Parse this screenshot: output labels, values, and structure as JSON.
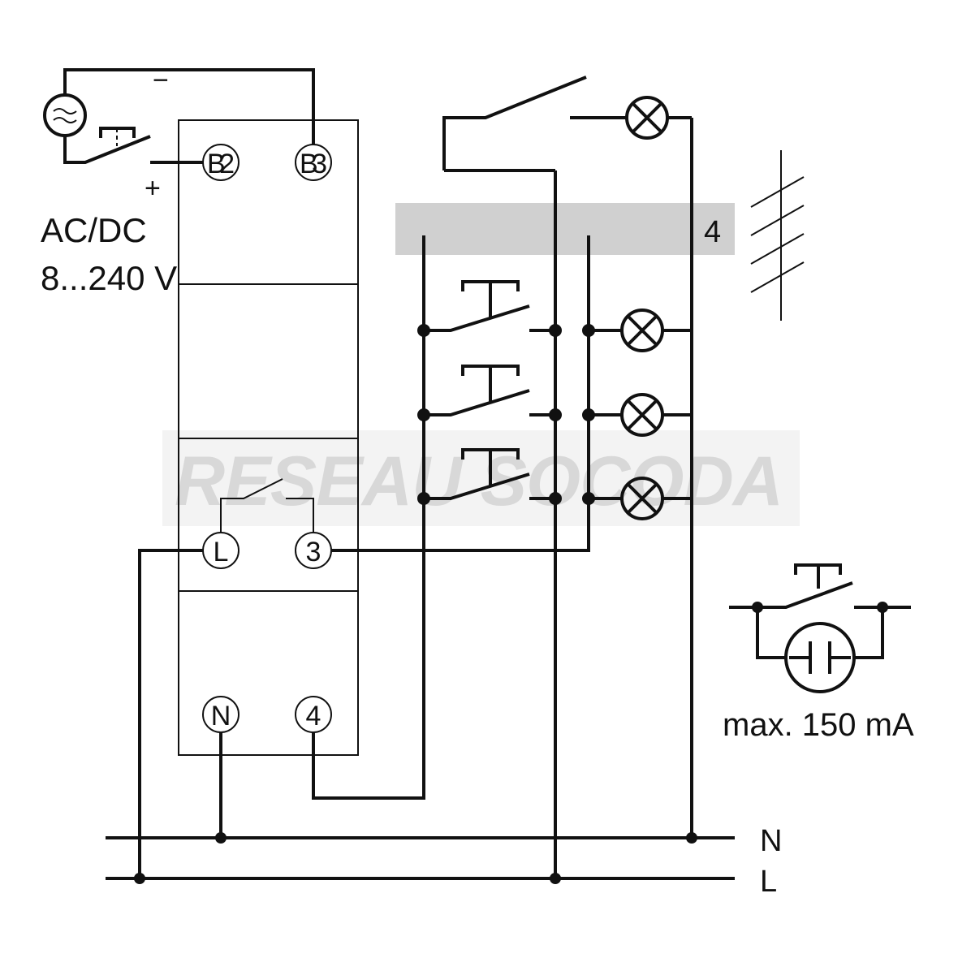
{
  "supply": {
    "minus": "−",
    "plus": "+",
    "type": "AC/DC",
    "voltage": "8...240 V"
  },
  "terminals": {
    "b2": "B2",
    "b3": "B3",
    "l": "L",
    "t3": "3",
    "n": "N",
    "t4": "4"
  },
  "bus_label": "4",
  "lines": {
    "n": "N",
    "l": "L"
  },
  "glow_lamp_note": "max. 150 mA",
  "watermark": "RESEAU SOCODA",
  "colors": {
    "line": "#111111",
    "bar": "#d0d0d0",
    "watermark": "#d6d6d6"
  }
}
